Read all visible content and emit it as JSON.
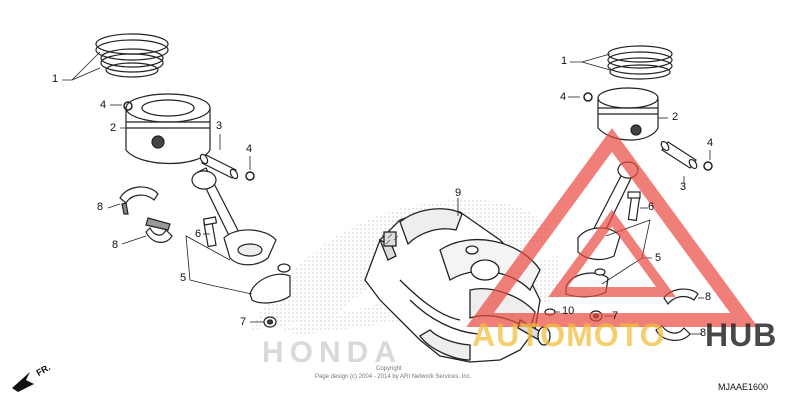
{
  "diagram": {
    "callouts": {
      "c1a": "1",
      "c4a": "4",
      "c2a": "2",
      "c3a": "3",
      "c4b": "4",
      "c8a": "8",
      "c8b": "8",
      "c6a": "6",
      "c5a": "5",
      "c7a": "7",
      "c9": "9",
      "c10": "10",
      "c1b": "1",
      "c4c": "4",
      "c2b": "2",
      "c4d": "4",
      "c3b": "3",
      "c6b": "6",
      "c5b": "5",
      "c7b": "7",
      "c8c": "8",
      "c8d": "8"
    },
    "background_logo": "HONDA",
    "copyright_line1": "Copyright",
    "copyright_line2": "Page design (c) 2004 - 2014 by ARI Network Services, Inc.",
    "direction_marker": "FR.",
    "part_code": "MJAAE1600"
  },
  "watermark": {
    "brand_part1": "AUTOMOTO",
    "brand_part2": "HUB",
    "triangle_color": "#e8483f",
    "text_color_1": "#f2be3c",
    "text_color_2": "#282828"
  }
}
